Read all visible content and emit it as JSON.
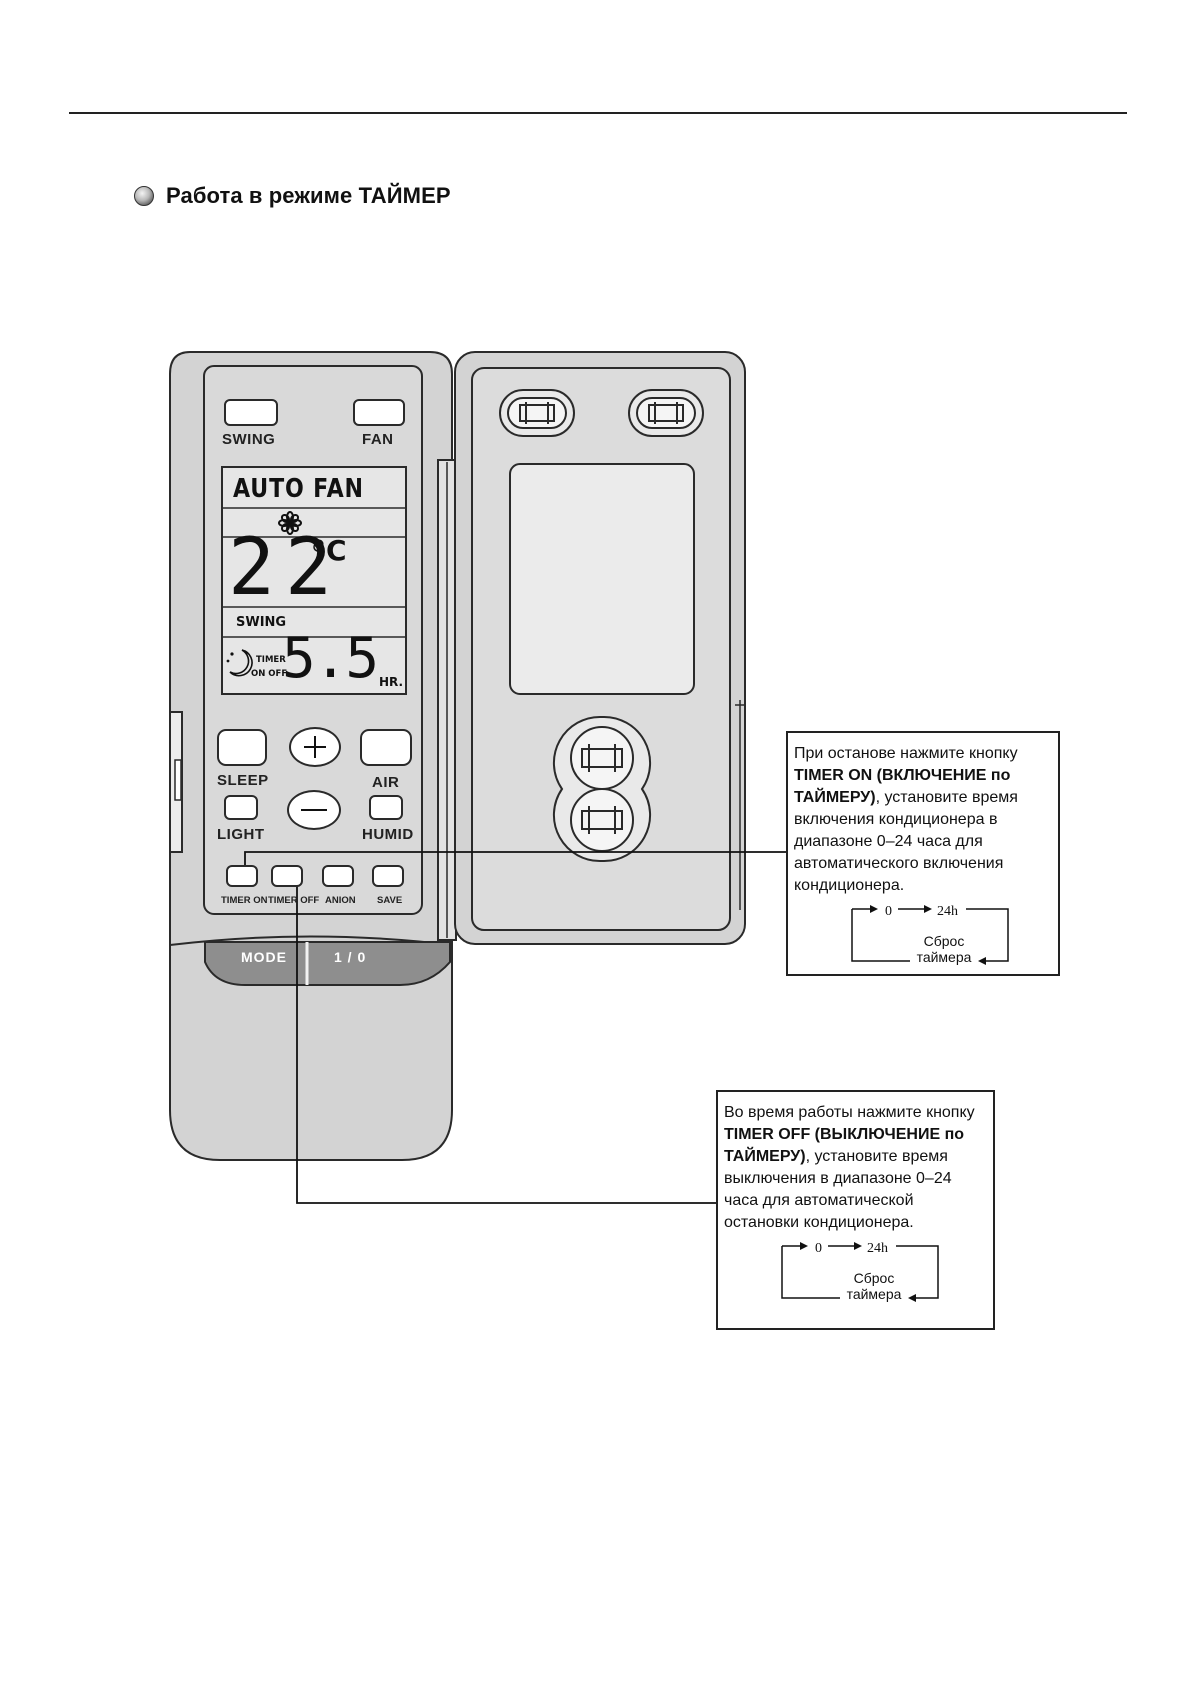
{
  "section": {
    "title": "Работа в режиме ТАЙМЕР"
  },
  "remote": {
    "buttons": {
      "swing": "SWING",
      "fan": "FAN",
      "sleep": "SLEEP",
      "air": "AIR",
      "light": "LIGHT",
      "humid": "HUMID",
      "timer_on": "TIMER ON",
      "timer_off": "TIMER OFF",
      "anion": "ANION",
      "save": "SAVE",
      "mode": "MODE",
      "power": "1 / 0"
    },
    "lcd": {
      "mode_line": "AUTO FAN",
      "temperature": "22",
      "temp_unit": "°C",
      "swing": "SWING",
      "timer": "TIMER",
      "on_off": "ON OFF",
      "timer_value": "5.5",
      "hours_unit": "HR."
    }
  },
  "callouts": {
    "timer_on": {
      "line1": "При останове нажмите кнопку",
      "bold": "TIMER ON (ВКЛЮЧЕНИЕ по ТАЙМЕРУ)",
      "rest": ", установите время включения кондиционера в диапазоне 0–24 часа для автоматического включения кондиционера.",
      "cycle_start": "0",
      "cycle_end": "24h",
      "reset_line1": "Сброс",
      "reset_line2": "таймера"
    },
    "timer_off": {
      "line1": "Во время работы нажмите кнопку ",
      "bold": "TIMER OFF (ВЫКЛЮЧЕНИЕ по ТАЙМЕРУ)",
      "rest": ", установите время выключения в диапазоне 0–24 часа для автоматической остановки кондиционера.",
      "cycle_start": "0",
      "cycle_end": "24h",
      "reset_line1": "Сброс",
      "reset_line2": "таймера"
    }
  },
  "colors": {
    "remote_body": "#d3d3d3",
    "remote_outline": "#2a2a2a",
    "lcd": "#e6e6e6",
    "mode_strip": "#8e8e8e"
  }
}
